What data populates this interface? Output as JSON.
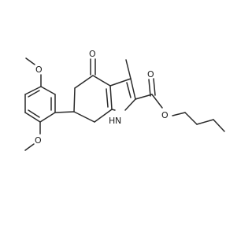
{
  "labels": {
    "ketone_oxygen": "O",
    "ester_carbonyl_oxygen": "O",
    "ester_ether_oxygen": "O",
    "methoxy_top_oxygen": "O",
    "methoxy_bottom_oxygen": "O",
    "ring_nitrogen": "N",
    "ring_nitrogen_hydrogen": "H"
  },
  "colors": {
    "bond": "#2a2a2a",
    "text": "#1a1a1a",
    "background": "#ffffff"
  }
}
